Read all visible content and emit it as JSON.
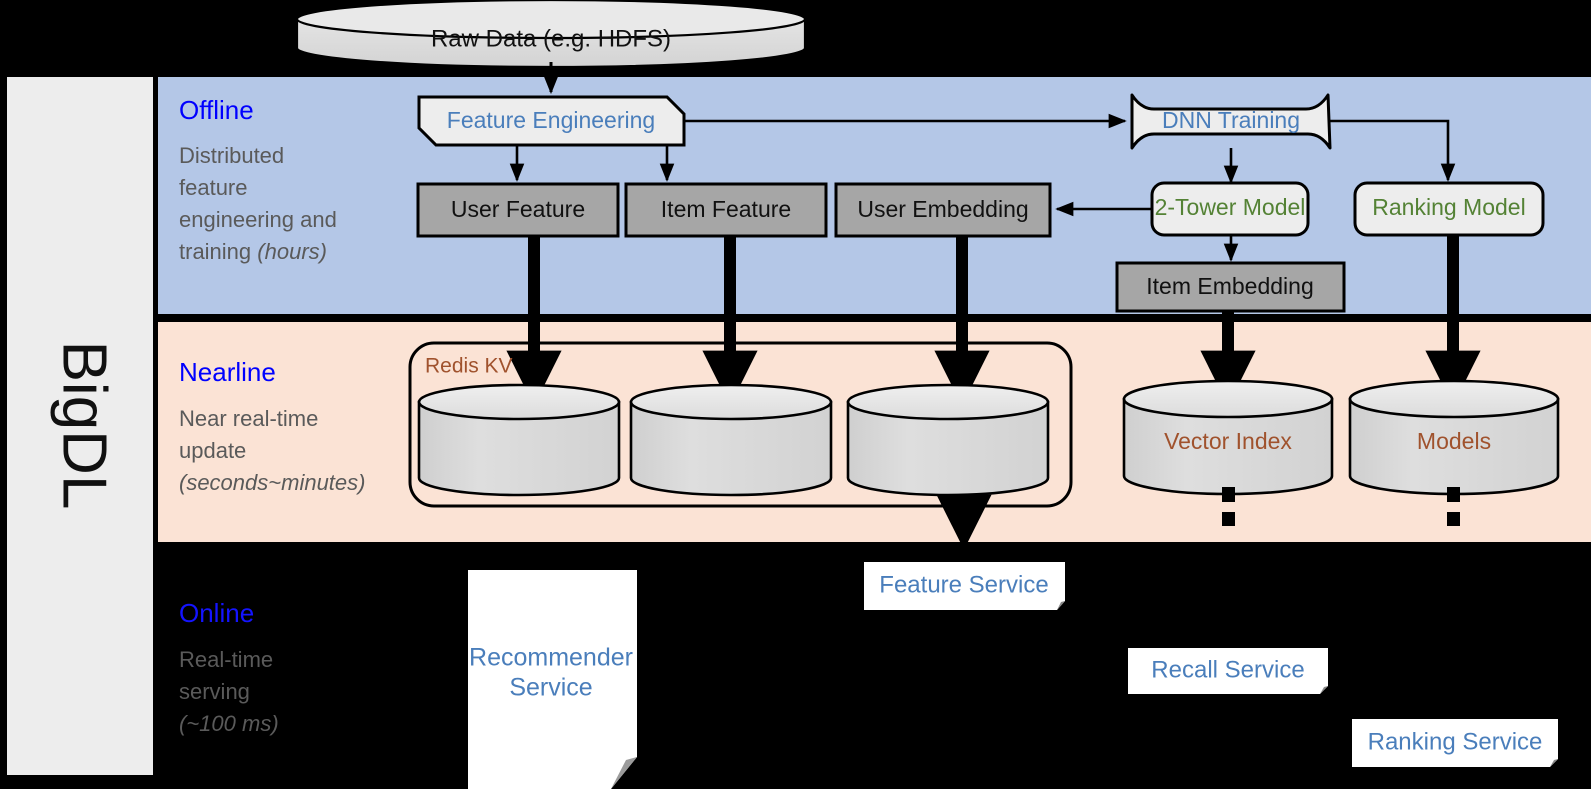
{
  "sidebar": {
    "label": "BigDL"
  },
  "source": {
    "label": "Raw Data (e.g. HDFS)"
  },
  "layers": [
    {
      "id": "offline",
      "title": "Offline",
      "desc_line1": "Distributed",
      "desc_line2": "feature",
      "desc_line3": "engineering and",
      "desc_line4": "training ",
      "desc_emph": "(hours)",
      "bg": "#b4c7e7"
    },
    {
      "id": "nearline",
      "title": "Nearline",
      "desc_line1": "Near real-time",
      "desc_line2": "update",
      "desc_line3": "",
      "desc_line4": "",
      "desc_emph": "(seconds~minutes)",
      "bg": "#fbe3d5"
    },
    {
      "id": "online",
      "title": "Online",
      "desc_line1": "Real-time",
      "desc_line2": "serving",
      "desc_line3": "",
      "desc_line4": "",
      "desc_emph": "(~100 ms)",
      "bg": "#000000"
    }
  ],
  "offline_nodes": {
    "feature_engineering": "Feature Engineering",
    "dnn_training": "DNN Training",
    "user_feature": "User Feature",
    "item_feature": "Item Feature",
    "user_embedding": "User Embedding",
    "two_tower_model": "2-Tower Model",
    "ranking_model": "Ranking Model",
    "item_embedding": "Item Embedding"
  },
  "nearline_nodes": {
    "redis_group": "Redis KV",
    "store_user_feature": "",
    "store_item_feature": "",
    "store_user_embedding": "",
    "vector_index": "Vector Index",
    "models": "Models"
  },
  "online_nodes": {
    "recommender_service": "Recommender",
    "recommender_service_line2": "Service",
    "feature_service": "Feature Service",
    "recall_service": "Recall Service",
    "ranking_service": "Ranking Service"
  },
  "colors": {
    "layer_title": "#0000ff",
    "layer_desc": "#5a5a5a",
    "blue_band": "#b4c7e7",
    "peach_band": "#fbe3d5",
    "gray_box_fill": "#a6a6a6",
    "light_box_fill": "#ededed",
    "cylinder_fill": "#d9d9d9",
    "cylinder_top": "#e8e8e8",
    "green_text": "#548235",
    "blue_text": "#4a7ebb",
    "brown_text": "#a0522d",
    "sidebar_fill": "#ededed",
    "white_box": "#ffffff",
    "stroke": "#000000"
  }
}
